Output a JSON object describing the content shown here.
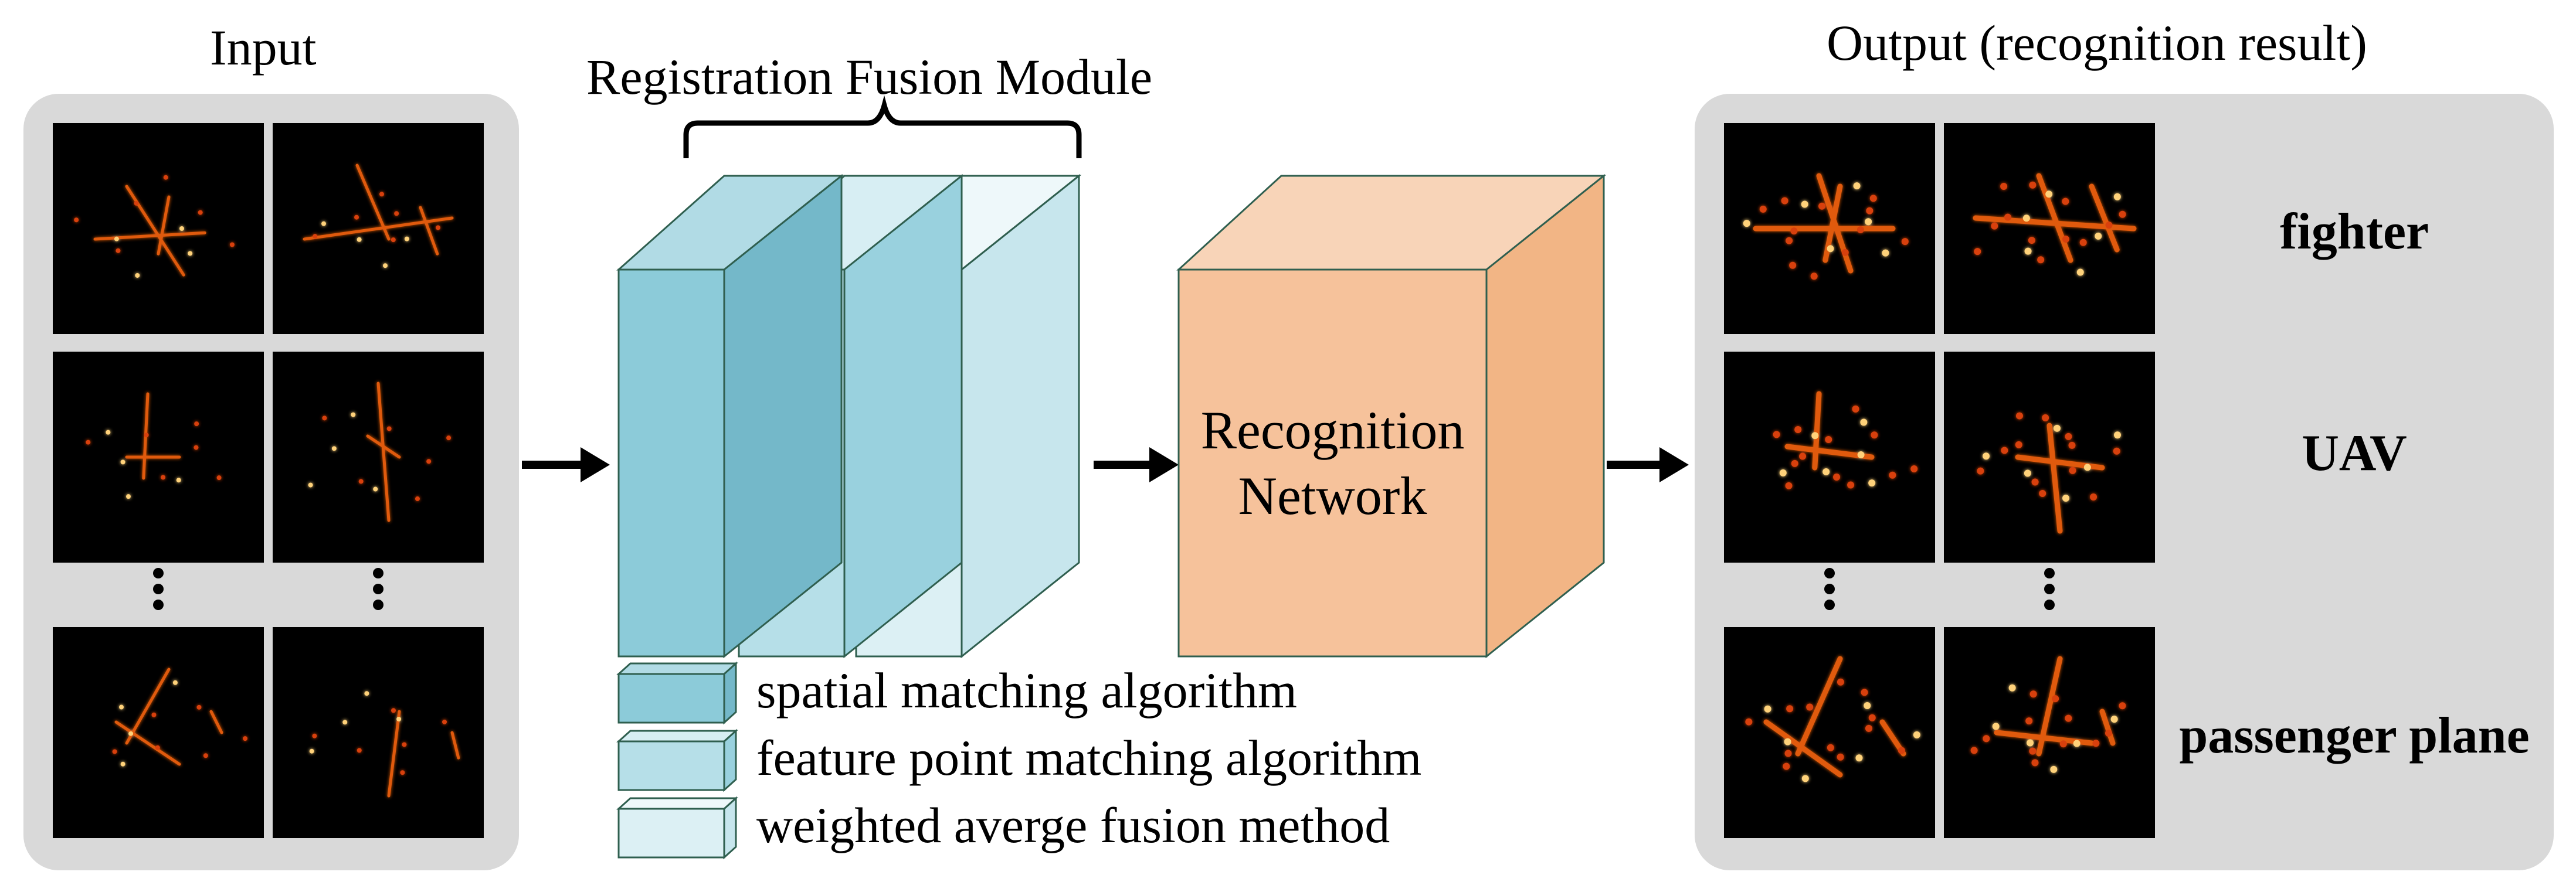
{
  "input": {
    "title": "Input"
  },
  "fusion": {
    "title": "Registration Fusion Module",
    "legend": [
      {
        "label": "spatial matching algorithm",
        "color": "#8ccbd9"
      },
      {
        "label": "feature point matching algorithm",
        "color": "#b6dfe8"
      },
      {
        "label": "weighted averge fusion method",
        "color": "#dcf0f4"
      }
    ]
  },
  "network": {
    "line1": "Recognition",
    "line2": "Network",
    "color": "#f6c29b"
  },
  "output": {
    "title": "Output (recognition result)",
    "results": [
      "fighter",
      "UAV",
      "passenger plane"
    ]
  },
  "colors": {
    "panel": "#d9d9d9",
    "edge": "#2f5f4f",
    "image_bg": "#000000"
  }
}
